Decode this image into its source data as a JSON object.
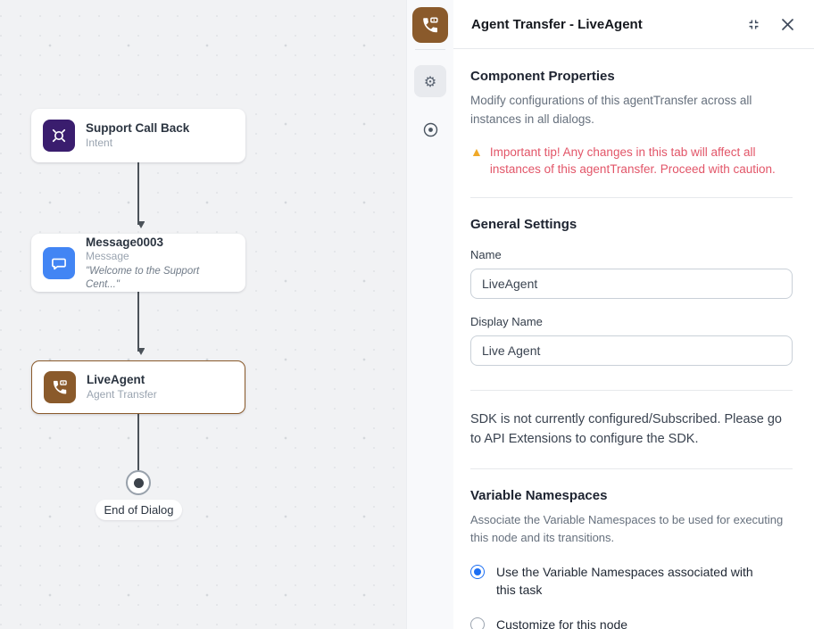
{
  "canvas": {
    "nodes": [
      {
        "title": "Support Call Back",
        "subtitle": "Intent"
      },
      {
        "title": "Message0003",
        "subtitle": "Message",
        "quote": "\"Welcome to the Support Cent...\""
      },
      {
        "title": "LiveAgent",
        "subtitle": "Agent Transfer"
      }
    ],
    "end_label": "End of Dialog"
  },
  "panel": {
    "title": "Agent Transfer - LiveAgent",
    "component_properties": {
      "heading": "Component Properties",
      "description": "Modify configurations of this agentTransfer across all instances in all dialogs.",
      "warning": "Important tip! Any changes in this tab will affect all instances of this agentTransfer. Proceed with caution."
    },
    "general_settings": {
      "heading": "General Settings",
      "name_label": "Name",
      "name_value": "LiveAgent",
      "display_name_label": "Display Name",
      "display_name_value": "Live Agent"
    },
    "sdk_notice": "SDK is not currently configured/Subscribed. Please go to API Extensions to configure the SDK.",
    "variable_namespaces": {
      "heading": "Variable Namespaces",
      "description": "Associate the Variable Namespaces to be used for executing this node and its transitions.",
      "options": [
        {
          "label": "Use the Variable Namespaces associated with this task",
          "selected": true
        },
        {
          "label": "Customize for this node",
          "selected": false
        }
      ]
    }
  },
  "colors": {
    "intent": "#3a1d6e",
    "message": "#4285f4",
    "agent_transfer": "#8a5a2b",
    "warning_text": "#e25568",
    "radio_selected": "#1b6ef3",
    "canvas_bg": "#f1f2f4"
  }
}
